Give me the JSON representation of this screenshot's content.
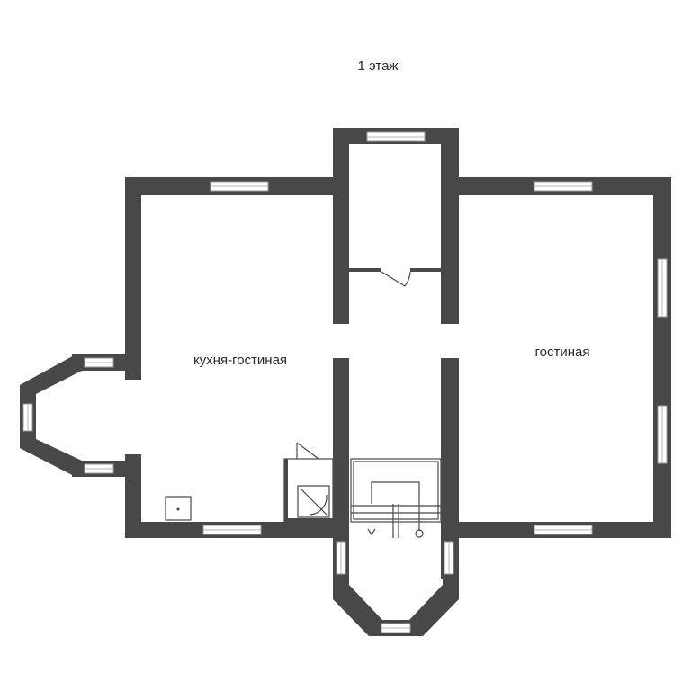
{
  "floor_title": "1 этаж",
  "rooms": {
    "kitchen_living": "кухня-гостиная",
    "living": "гостиная"
  },
  "colors": {
    "wall": "#48484b",
    "background": "#ffffff",
    "text": "#2a2a2a"
  }
}
